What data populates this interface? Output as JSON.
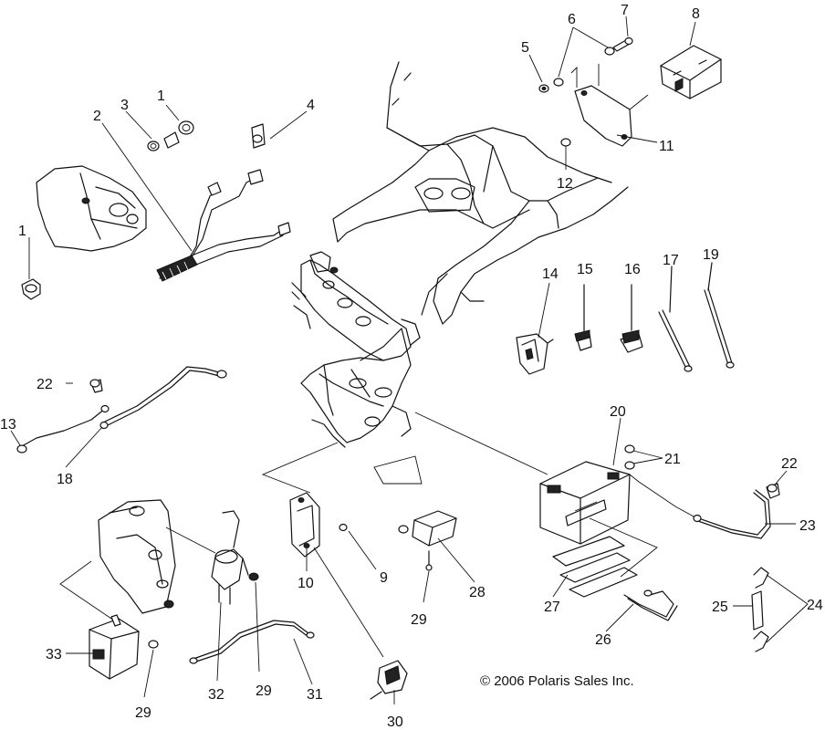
{
  "copyright": "© 2006 Polaris Sales Inc.",
  "callouts": {
    "c1": "1",
    "c1b": "1",
    "c2": "2",
    "c3": "3",
    "c4": "4",
    "c5": "5",
    "c6": "6",
    "c7": "7",
    "c8": "8",
    "c9": "9",
    "c10": "10",
    "c11": "11",
    "c12": "12",
    "c13": "13",
    "c14": "14",
    "c15": "15",
    "c16": "16",
    "c17": "17",
    "c18": "18",
    "c19": "19",
    "c20": "20",
    "c21": "21",
    "c22": "22",
    "c22b": "22",
    "c23": "23",
    "c24": "24",
    "c25": "25",
    "c26": "26",
    "c27": "27",
    "c28": "28",
    "c29": "29",
    "c29b": "29",
    "c29c": "29",
    "c30": "30",
    "c31": "31",
    "c32": "32",
    "c33": "33"
  }
}
